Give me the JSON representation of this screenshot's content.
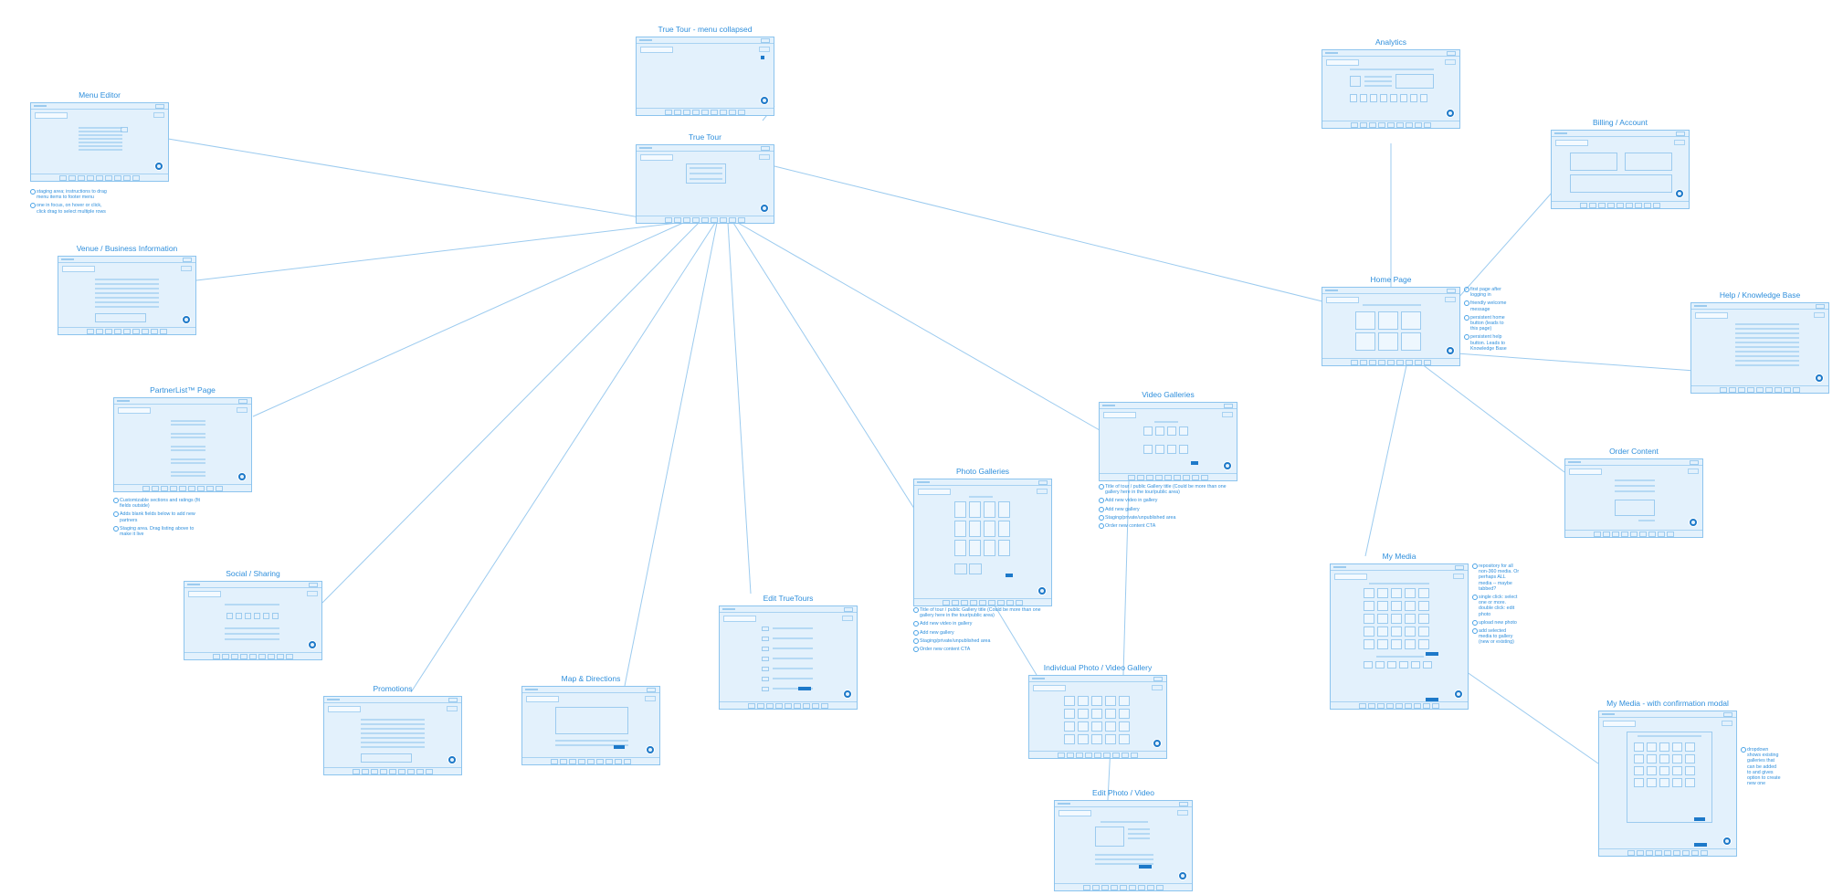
{
  "diagram_data": {
    "screens": [
      {
        "id": "menu-editor",
        "title": "Menu Editor",
        "variant": "menu",
        "notes": [
          "staging area; instructions to drag menu items to footer menu",
          "one in focus, on hover or click, click drag to select multiple rows"
        ]
      },
      {
        "id": "true-tour-collapsed",
        "title": "True Tour - menu collapsed",
        "variant": "blank",
        "notes": []
      },
      {
        "id": "true-tour",
        "title": "True Tour",
        "variant": "tour",
        "notes": []
      },
      {
        "id": "venue-business",
        "title": "Venue / Business Information",
        "variant": "form",
        "notes": []
      },
      {
        "id": "partnerlist",
        "title": "PartnerList™ Page",
        "variant": "list",
        "notes": [
          "Customizable sections and ratings (fit fields outside)",
          "Adds blank fields below to add new partners",
          "Staging area. Drag listing above to make it live"
        ]
      },
      {
        "id": "social-sharing",
        "title": "Social / Sharing",
        "variant": "social",
        "notes": []
      },
      {
        "id": "promotions",
        "title": "Promotions",
        "variant": "form",
        "notes": []
      },
      {
        "id": "map-directions",
        "title": "Map & Directions",
        "variant": "map",
        "notes": []
      },
      {
        "id": "edit-truetours",
        "title": "Edit TrueTours",
        "variant": "editform",
        "notes": []
      },
      {
        "id": "photo-galleries",
        "title": "Photo Galleries",
        "variant": "gallery4",
        "notes": [
          "Title of tour / public Gallery title (Could be more than one gallery here in the tour/public area)",
          "Add new video in gallery",
          "Add new gallery",
          "Staging/private/unpublished area",
          "Order new content CTA"
        ]
      },
      {
        "id": "video-galleries",
        "title": "Video Galleries",
        "variant": "video",
        "notes": [
          "Title of tour / public Gallery title (Could be more than one gallery here in the tour/public area)",
          "Add new video in gallery",
          "Add new gallery",
          "Staging/private/unpublished area",
          "Order new content CTA"
        ]
      },
      {
        "id": "individual-gallery",
        "title": "Individual Photo / Video Gallery",
        "variant": "grid5",
        "notes": []
      },
      {
        "id": "edit-photo-video",
        "title": "Edit Photo / Video",
        "variant": "editphoto",
        "notes": []
      },
      {
        "id": "analytics",
        "title": "Analytics",
        "variant": "analytics",
        "notes": []
      },
      {
        "id": "billing-account",
        "title": "Billing / Account",
        "variant": "billing",
        "notes": []
      },
      {
        "id": "home-page",
        "title": "Home Page",
        "variant": "home",
        "notes": [
          "first page after logging in",
          "friendly welcome message",
          "persistent home button (leads to this page)",
          "persistent help button. Leads to Knowledge Base"
        ]
      },
      {
        "id": "help-kb",
        "title": "Help / Knowledge Base",
        "variant": "help",
        "notes": []
      },
      {
        "id": "order-content",
        "title": "Order Content",
        "variant": "order",
        "notes": []
      },
      {
        "id": "my-media",
        "title": "My Media",
        "variant": "media",
        "notes": [
          "repository for all non-360 media. Or perhaps ALL media -- maybe tabbed?",
          "single click: select one or more. double click: edit photo",
          "upload new photo",
          "add selected media to gallery (new or existing)"
        ]
      },
      {
        "id": "my-media-modal",
        "title": "My Media - with confirmation modal",
        "variant": "modal",
        "notes": [
          "dropdown shows existing galleries that can be added to and gives option to create new one"
        ]
      }
    ]
  }
}
